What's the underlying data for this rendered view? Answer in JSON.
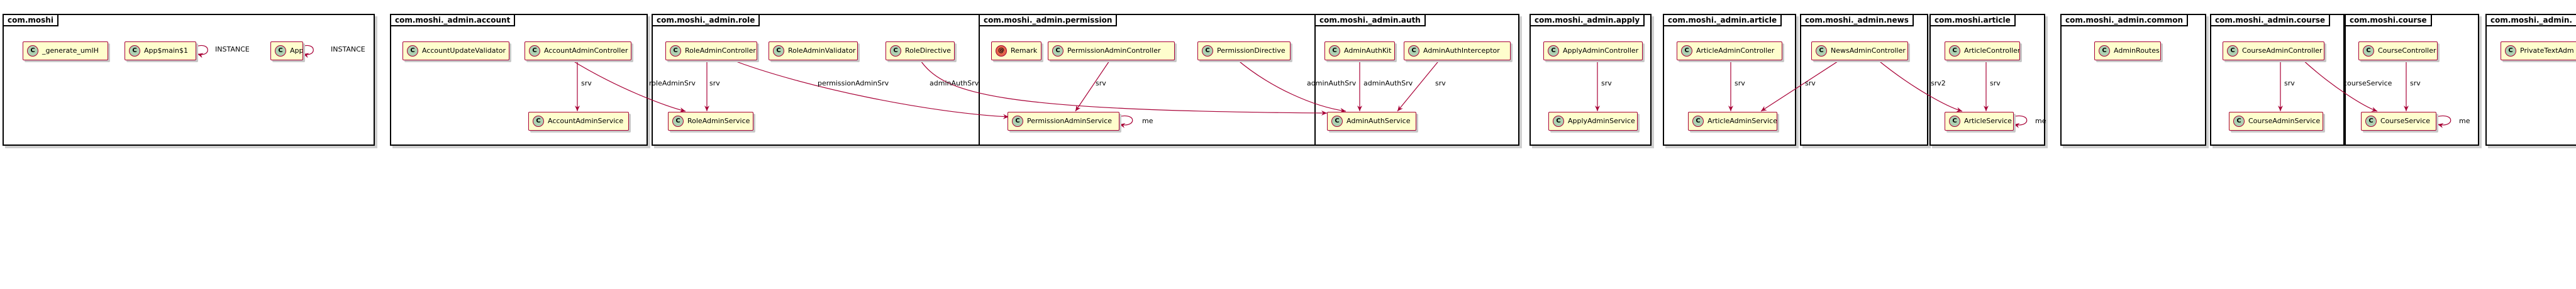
{
  "packages": [
    {
      "id": "p-moshi",
      "name": "com.moshi"
    },
    {
      "id": "p-account",
      "name": "com.moshi._admin.account"
    },
    {
      "id": "p-role",
      "name": "com.moshi._admin.role"
    },
    {
      "id": "p-permission",
      "name": "com.moshi._admin.permission"
    },
    {
      "id": "p-auth",
      "name": "com.moshi._admin.auth"
    },
    {
      "id": "p-apply",
      "name": "com.moshi._admin.apply"
    },
    {
      "id": "p-adminarticle",
      "name": "com.moshi._admin.article"
    },
    {
      "id": "p-news",
      "name": "com.moshi._admin.news"
    },
    {
      "id": "p-article",
      "name": "com.moshi.article"
    },
    {
      "id": "p-common",
      "name": "com.moshi._admin.common"
    },
    {
      "id": "p-admincourse",
      "name": "com.moshi._admin.course"
    },
    {
      "id": "p-course",
      "name": "com.moshi.course"
    },
    {
      "id": "p-cut",
      "name": "com.moshi._admin."
    }
  ],
  "classes": [
    {
      "id": "c-gen",
      "name": "_generate_umlH",
      "stereotype": "C"
    },
    {
      "id": "c-appmain",
      "name": "App$main$1",
      "stereotype": "C"
    },
    {
      "id": "c-app",
      "name": "App",
      "stereotype": "C"
    },
    {
      "id": "c-aupd",
      "name": "AccountUpdateValidator",
      "stereotype": "C"
    },
    {
      "id": "c-aac",
      "name": "AccountAdminController",
      "stereotype": "C"
    },
    {
      "id": "c-aas",
      "name": "AccountAdminService",
      "stereotype": "C"
    },
    {
      "id": "c-rac",
      "name": "RoleAdminController",
      "stereotype": "C"
    },
    {
      "id": "c-rav",
      "name": "RoleAdminValidator",
      "stereotype": "C"
    },
    {
      "id": "c-rd",
      "name": "RoleDirective",
      "stereotype": "C"
    },
    {
      "id": "c-ras",
      "name": "RoleAdminService",
      "stereotype": "C"
    },
    {
      "id": "c-remark",
      "name": "Remark",
      "stereotype": "@"
    },
    {
      "id": "c-pac",
      "name": "PermissionAdminController",
      "stereotype": "C"
    },
    {
      "id": "c-pd",
      "name": "PermissionDirective",
      "stereotype": "C"
    },
    {
      "id": "c-pas",
      "name": "PermissionAdminService",
      "stereotype": "C"
    },
    {
      "id": "c-akit",
      "name": "AdminAuthKit",
      "stereotype": "C"
    },
    {
      "id": "c-aint",
      "name": "AdminAuthInterceptor",
      "stereotype": "C"
    },
    {
      "id": "c-aauths",
      "name": "AdminAuthService",
      "stereotype": "C"
    },
    {
      "id": "c-apc",
      "name": "ApplyAdminController",
      "stereotype": "C"
    },
    {
      "id": "c-aps",
      "name": "ApplyAdminService",
      "stereotype": "C"
    },
    {
      "id": "c-artac",
      "name": "ArticleAdminController",
      "stereotype": "C"
    },
    {
      "id": "c-artas",
      "name": "ArticleAdminService",
      "stereotype": "C"
    },
    {
      "id": "c-nac",
      "name": "NewsAdminController",
      "stereotype": "C"
    },
    {
      "id": "c-artc",
      "name": "ArticleController",
      "stereotype": "C"
    },
    {
      "id": "c-arts",
      "name": "ArticleService",
      "stereotype": "C"
    },
    {
      "id": "c-ar",
      "name": "AdminRoutes",
      "stereotype": "C"
    },
    {
      "id": "c-cac",
      "name": "CourseAdminController",
      "stereotype": "C"
    },
    {
      "id": "c-cas",
      "name": "CourseAdminService",
      "stereotype": "C"
    },
    {
      "id": "c-cc",
      "name": "CourseController",
      "stereotype": "C"
    },
    {
      "id": "c-cs",
      "name": "CourseService",
      "stereotype": "C"
    },
    {
      "id": "c-pta",
      "name": "PrivateTextAdm",
      "stereotype": "C"
    }
  ],
  "edge_labels": {
    "appmain_instance": "INSTANCE",
    "app_instance": "INSTANCE",
    "aac_srv": "srv",
    "role_admin_srv": "roleAdminSrv",
    "rac_srv": "srv",
    "permission_admin_srv": "permissionAdminSrv",
    "admin_auth_srv_rd": "adminAuthSrv",
    "pac_srv": "srv",
    "pas_me": "me",
    "admin_auth_srv_pd": "adminAuthSrv",
    "admin_auth_srv_akit": "adminAuthSrv",
    "aint_srv": "srv",
    "apc_srv": "srv",
    "artac_srv": "srv",
    "nac_srv": "srv",
    "nac_srv2": "srv2",
    "artc_srv": "srv",
    "arts_me": "me",
    "cac_srv": "srv",
    "course_service": "courseService",
    "cc_srv": "srv",
    "cs_me": "me"
  },
  "colors": {
    "class_fill": "#fefecd",
    "class_border": "#a80036",
    "class_mark": "#add1b2",
    "annotation_mark": "#e3664a",
    "edge": "#a80036"
  }
}
